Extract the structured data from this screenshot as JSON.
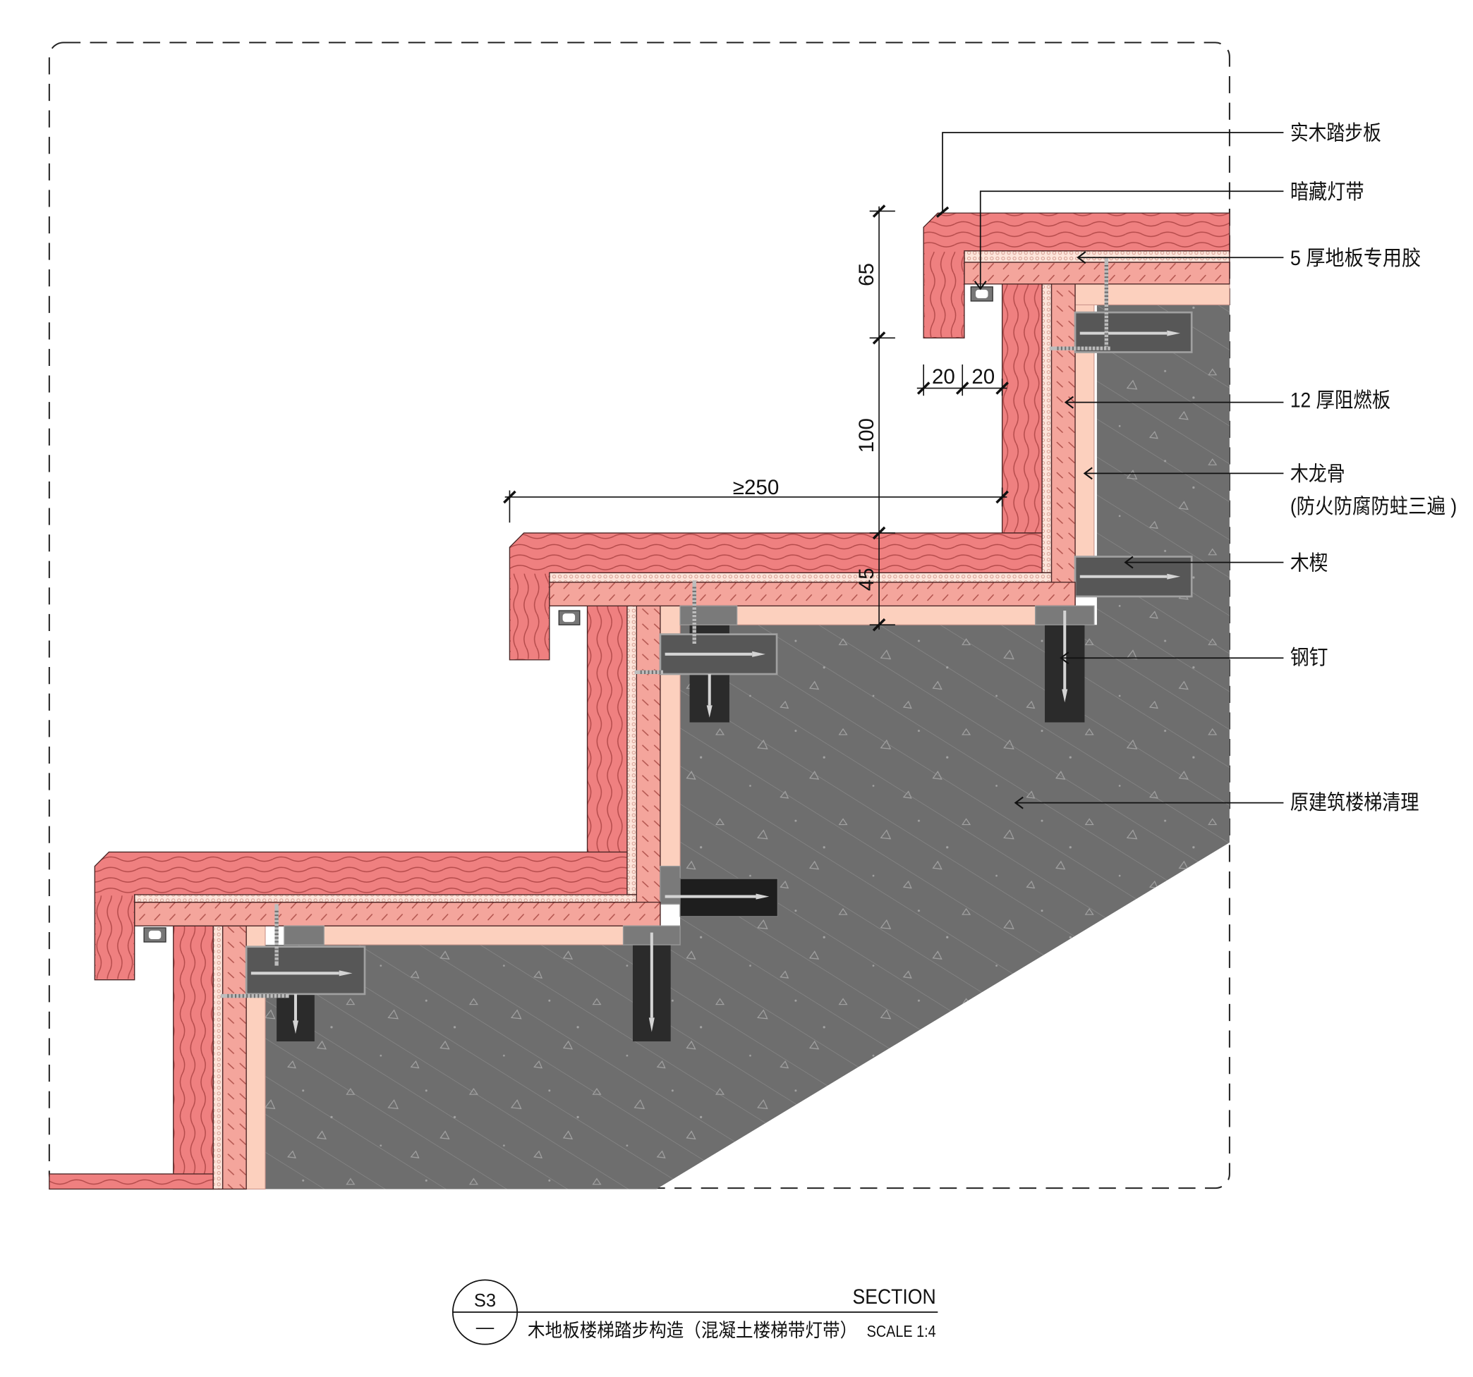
{
  "labels": {
    "solid_wood_tread": "实木踏步板",
    "hidden_light_strip": "暗藏灯带",
    "floor_glue": "5 厚地板专用胶",
    "fire_retardant_board": "12 厚阻燃板",
    "wood_keel": "木龙骨",
    "wood_keel_note": "(防火防腐防蛀三遍 )",
    "wood_wedge": "木楔",
    "steel_nail": "钢钉",
    "existing_stair": "原建筑楼梯清理"
  },
  "dimensions": {
    "nosing_height": "65",
    "gap_1": "20",
    "gap_2": "20",
    "riser_height": "100",
    "tread_depth": "≥250",
    "tread_thickness": "45"
  },
  "title_block": {
    "drawing_number": "S3",
    "sheet": "—",
    "view_type": "SECTION",
    "title": "木地板楼梯踏步构造（混凝土楼梯带灯带）",
    "scale": "SCALE 1:4"
  },
  "colors": {
    "wood": "#ef8080",
    "glue": "#fde4da",
    "plywood": "#f4a59c",
    "joist": "#fcd0be",
    "concrete": "#6e6e6e",
    "wedge": "#575757",
    "hole": "#2b2b2b"
  }
}
